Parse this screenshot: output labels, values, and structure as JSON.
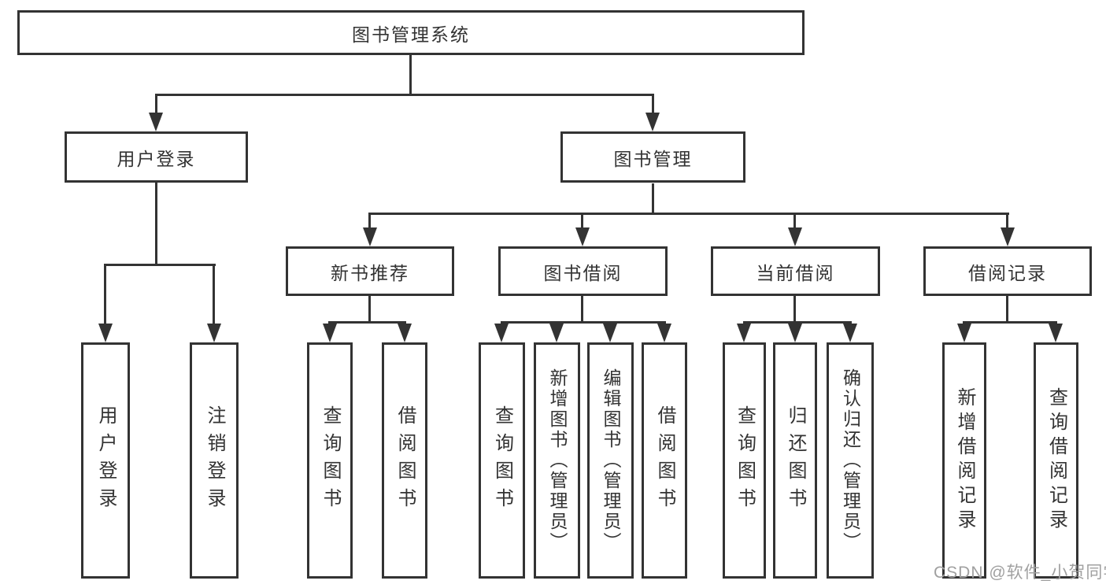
{
  "diagram": {
    "title": "图书管理系统",
    "level2": [
      {
        "label": "用户登录"
      },
      {
        "label": "图书管理"
      }
    ],
    "level3": [
      {
        "label": "新书推荐"
      },
      {
        "label": "图书借阅"
      },
      {
        "label": "当前借阅"
      },
      {
        "label": "借阅记录"
      }
    ],
    "leaves": {
      "user_login": [
        "用户登录",
        "注销登录"
      ],
      "new_book": [
        "查询图书",
        "借阅图书"
      ],
      "book_borrow": [
        "查询图书",
        "新增图书（管理员）",
        "编辑图书（管理员）",
        "借阅图书"
      ],
      "current_borrow": [
        "查询图书",
        "归还图书",
        "确认归还（管理员）"
      ],
      "borrow_records": [
        "新增借阅记录",
        "查询借阅记录"
      ]
    }
  },
  "watermark": "CSDN @软件_小贺同学",
  "colors": {
    "line": "#333333",
    "text": "#333333",
    "watermark": "#a0a0a0",
    "background": "#ffffff"
  }
}
